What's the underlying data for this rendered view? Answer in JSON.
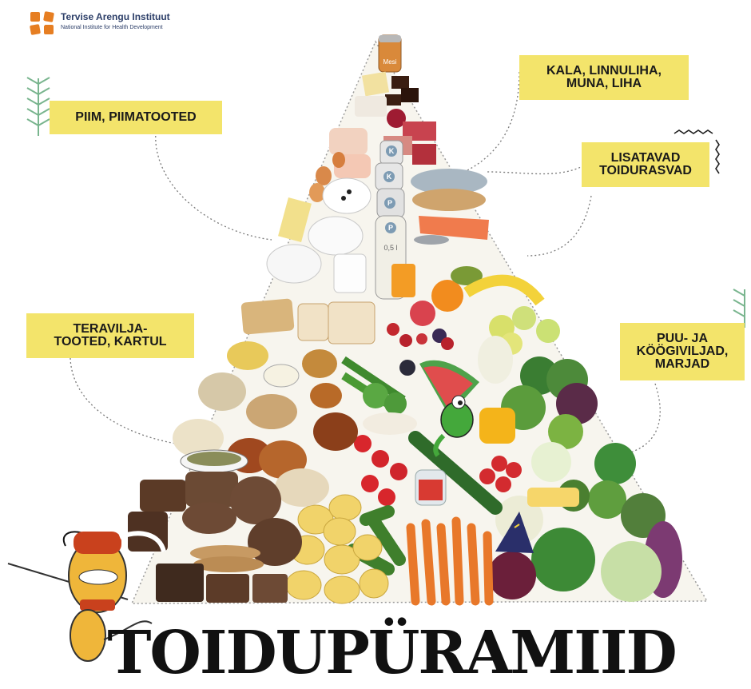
{
  "logo": {
    "title": "Tervise Arengu Instituut",
    "subtitle": "National Institute for Health Development",
    "mark_color": "#e67e22"
  },
  "labels": {
    "dairy": [
      "PIIM, PIIMATOOTED"
    ],
    "protein": [
      "KALA, LINNULIHA,",
      "MUNA, LIHA"
    ],
    "fats": [
      "LISATAVAD",
      "TOIDURASVAD"
    ],
    "grains": [
      "TERAVILJA-",
      "TOOTED, KARTUL"
    ],
    "produce": [
      "PUU- JA",
      "KÖÖGIVILJAD,",
      "MARJAD"
    ]
  },
  "food_text": {
    "honey_jar": "Mesi",
    "bottle_1": "K",
    "bottle_2": "K",
    "bottle_3": "P",
    "bottle_4": "P",
    "bottle_volume": "0,5 l"
  },
  "headline": "TOIDUPÜRAMIID",
  "colors": {
    "label_bg": "#f3e46b",
    "logo_text": "#2c3e68",
    "headline": "#111111"
  }
}
